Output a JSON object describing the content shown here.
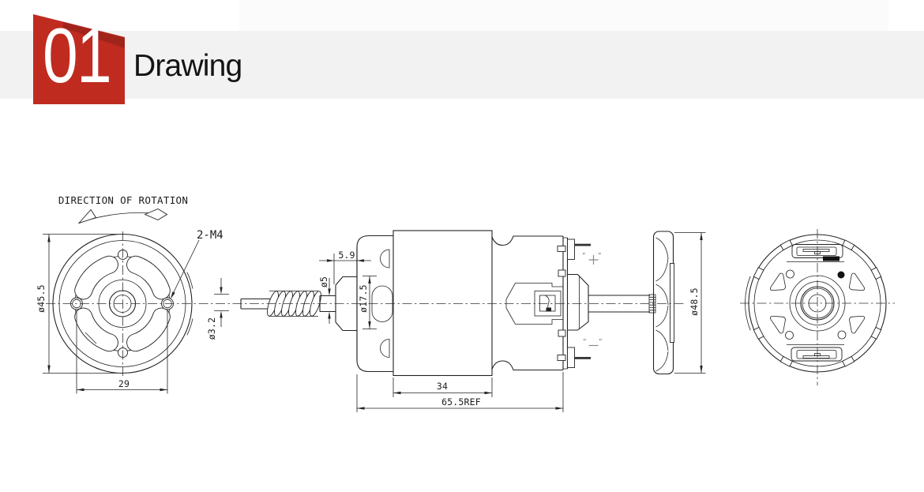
{
  "header": {
    "badge_number": "01",
    "title": "Drawing"
  },
  "front_view": {
    "direction_label": "DIRECTION OF ROTATION",
    "thread_callout": "2-M4",
    "outer_diameter": "ø45.5",
    "mount_hole_spacing": "29"
  },
  "side_view": {
    "front_shaft_diameter": "ø3.2",
    "gear_shaft_diameter": "ø5",
    "bearing_boss_diameter": "ø17.5",
    "shaft_step_length": "5.9",
    "body_length": "34",
    "overall_length": "65.5REF",
    "quote_mark": "\"",
    "positive_terminal": "+",
    "negative_terminal": "-"
  },
  "rear_view": {
    "fan_diameter": "ø48.5"
  },
  "colors": {
    "accent_red": "#c02b20",
    "accent_red_dark": "#8e1f17",
    "band_gray": "#f2f2f2",
    "line": "#222222"
  }
}
